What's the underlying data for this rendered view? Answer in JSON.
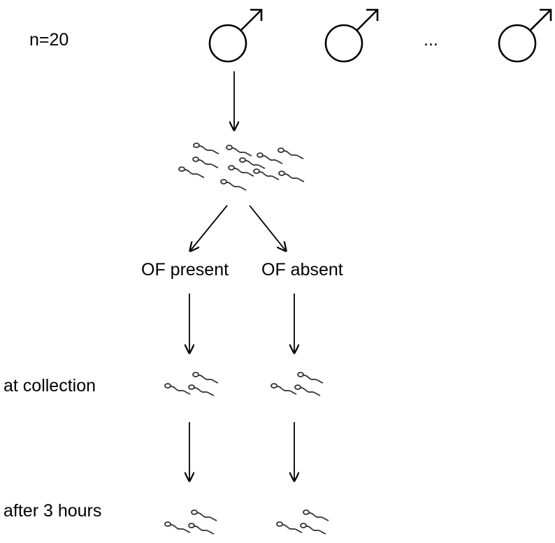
{
  "sample": {
    "n_label": "n=20"
  },
  "males": {
    "symbol": "male-symbol-icon",
    "count_shown": 3,
    "ellipsis": "..."
  },
  "groups": [
    {
      "label": "OF present"
    },
    {
      "label": "OF absent"
    }
  ],
  "timepoints": [
    {
      "label": "at collection"
    },
    {
      "label": "after 3 hours"
    }
  ],
  "colors": {
    "line": "#000000",
    "sperm": "#333333",
    "background": "#ffffff"
  }
}
